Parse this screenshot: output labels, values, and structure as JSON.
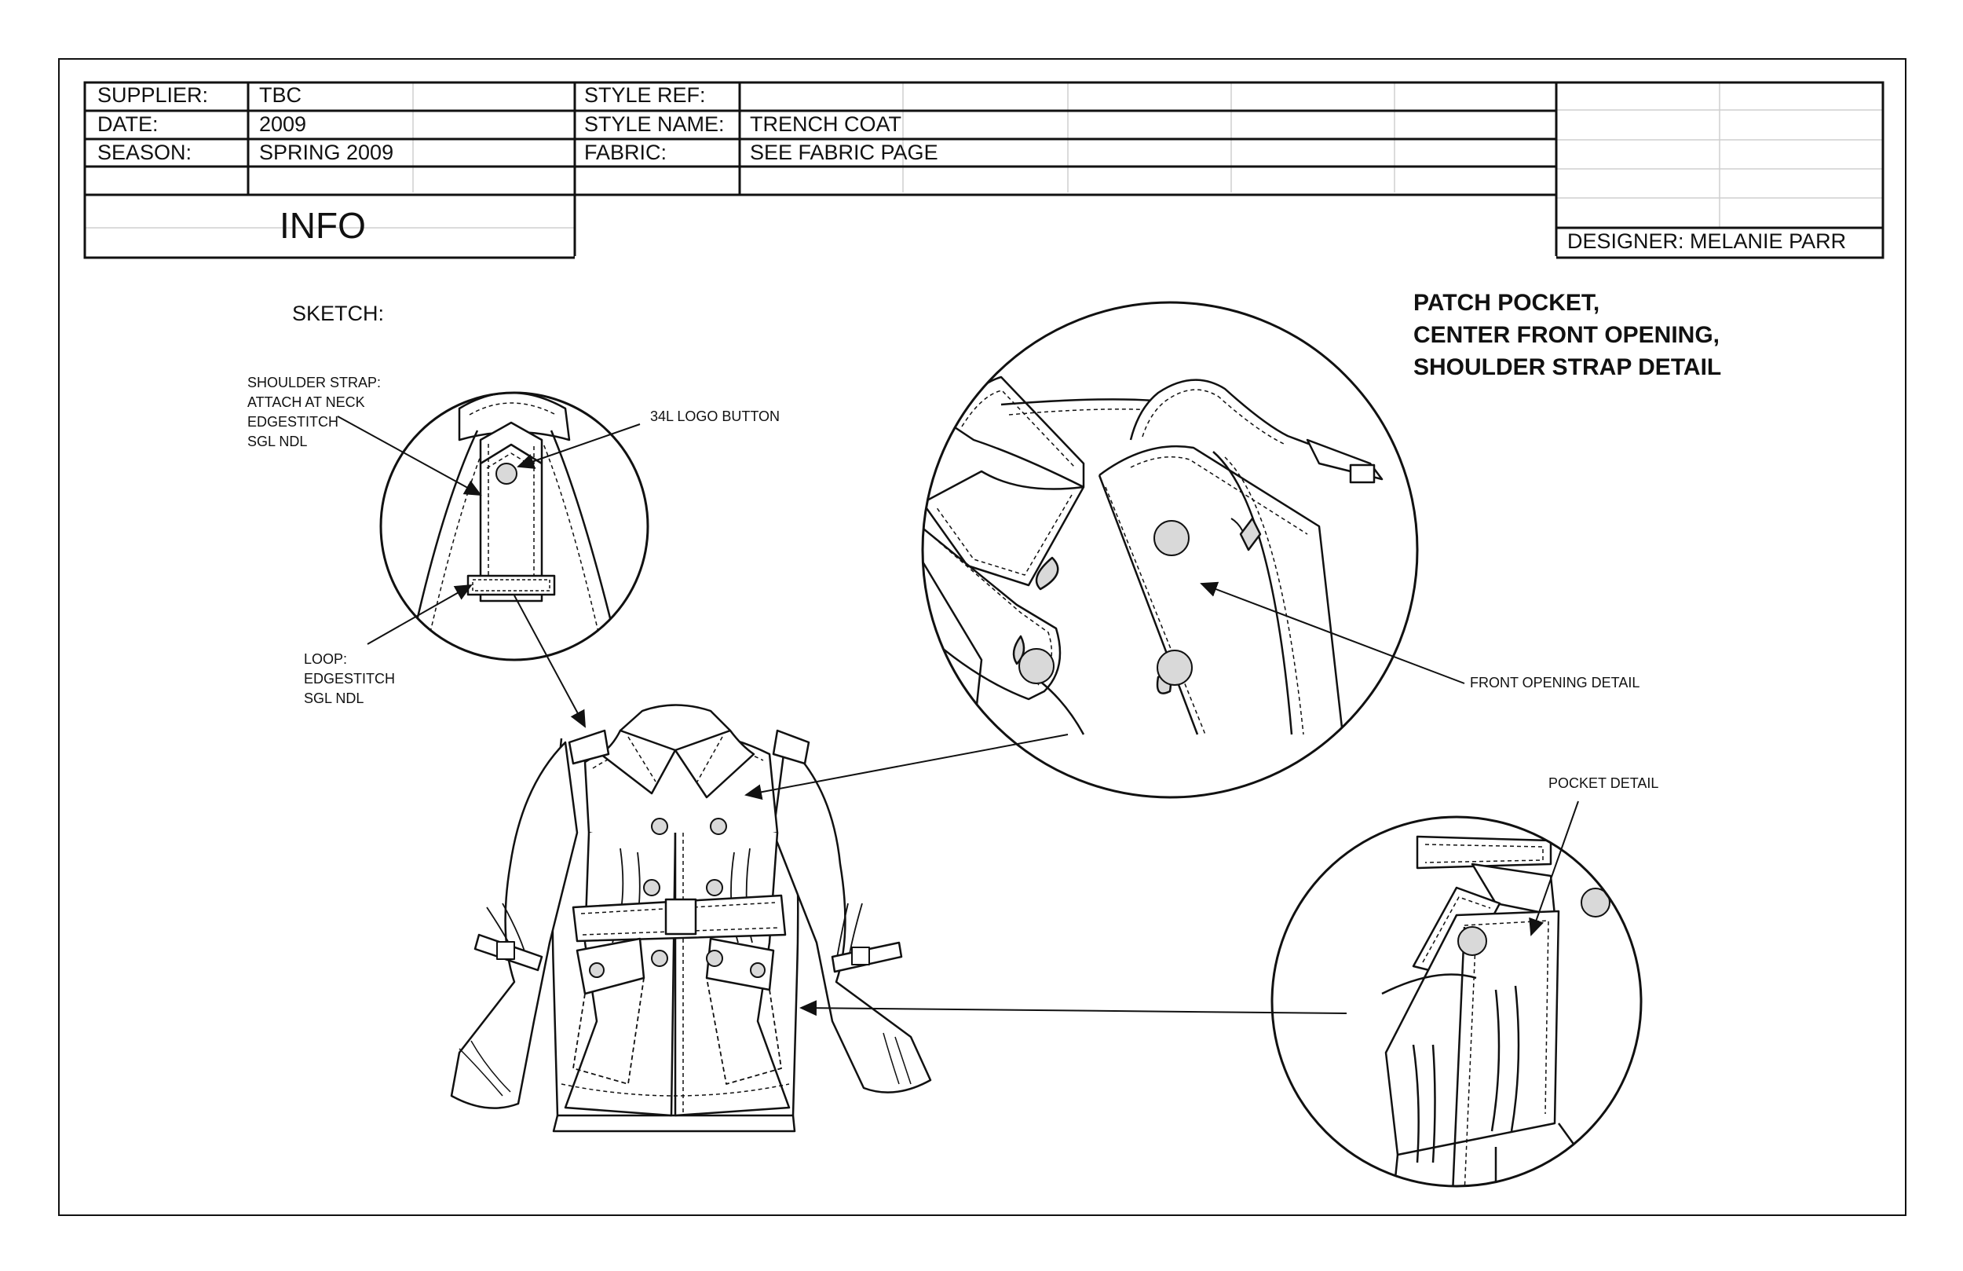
{
  "header": {
    "supplier_label": "SUPPLIER:",
    "supplier_value": "TBC",
    "date_label": "DATE:",
    "date_value": "2009",
    "season_label": "SEASON:",
    "season_value": "SPRING 2009",
    "style_ref_label": "STYLE REF:",
    "style_ref_value": "",
    "style_name_label": "STYLE NAME:",
    "style_name_value": "TRENCH COAT",
    "fabric_label": "FABRIC:",
    "fabric_value": "SEE FABRIC PAGE",
    "info_label": "INFO",
    "designer": "DESIGNER: MELANIE PARR"
  },
  "sketch": {
    "label": "SKETCH:",
    "annotations": {
      "shoulder_strap": [
        "SHOULDER STRAP:",
        "ATTACH AT NECK",
        "EDGESTITCH",
        "SGL NDL"
      ],
      "logo_button": "34L LOGO BUTTON",
      "loop": [
        "LOOP:",
        "EDGESTITCH",
        "SGL NDL"
      ],
      "front_opening": "FRONT OPENING DETAIL",
      "pocket_detail": "POCKET DETAIL"
    },
    "detail_title": [
      "PATCH POCKET,",
      "CENTER FRONT OPENING,",
      "SHOULDER STRAP DETAIL"
    ]
  },
  "colors": {
    "ink": "#111111",
    "grid": "#c8c8c8",
    "button_fill": "#d9d9d9",
    "paper": "#ffffff"
  }
}
